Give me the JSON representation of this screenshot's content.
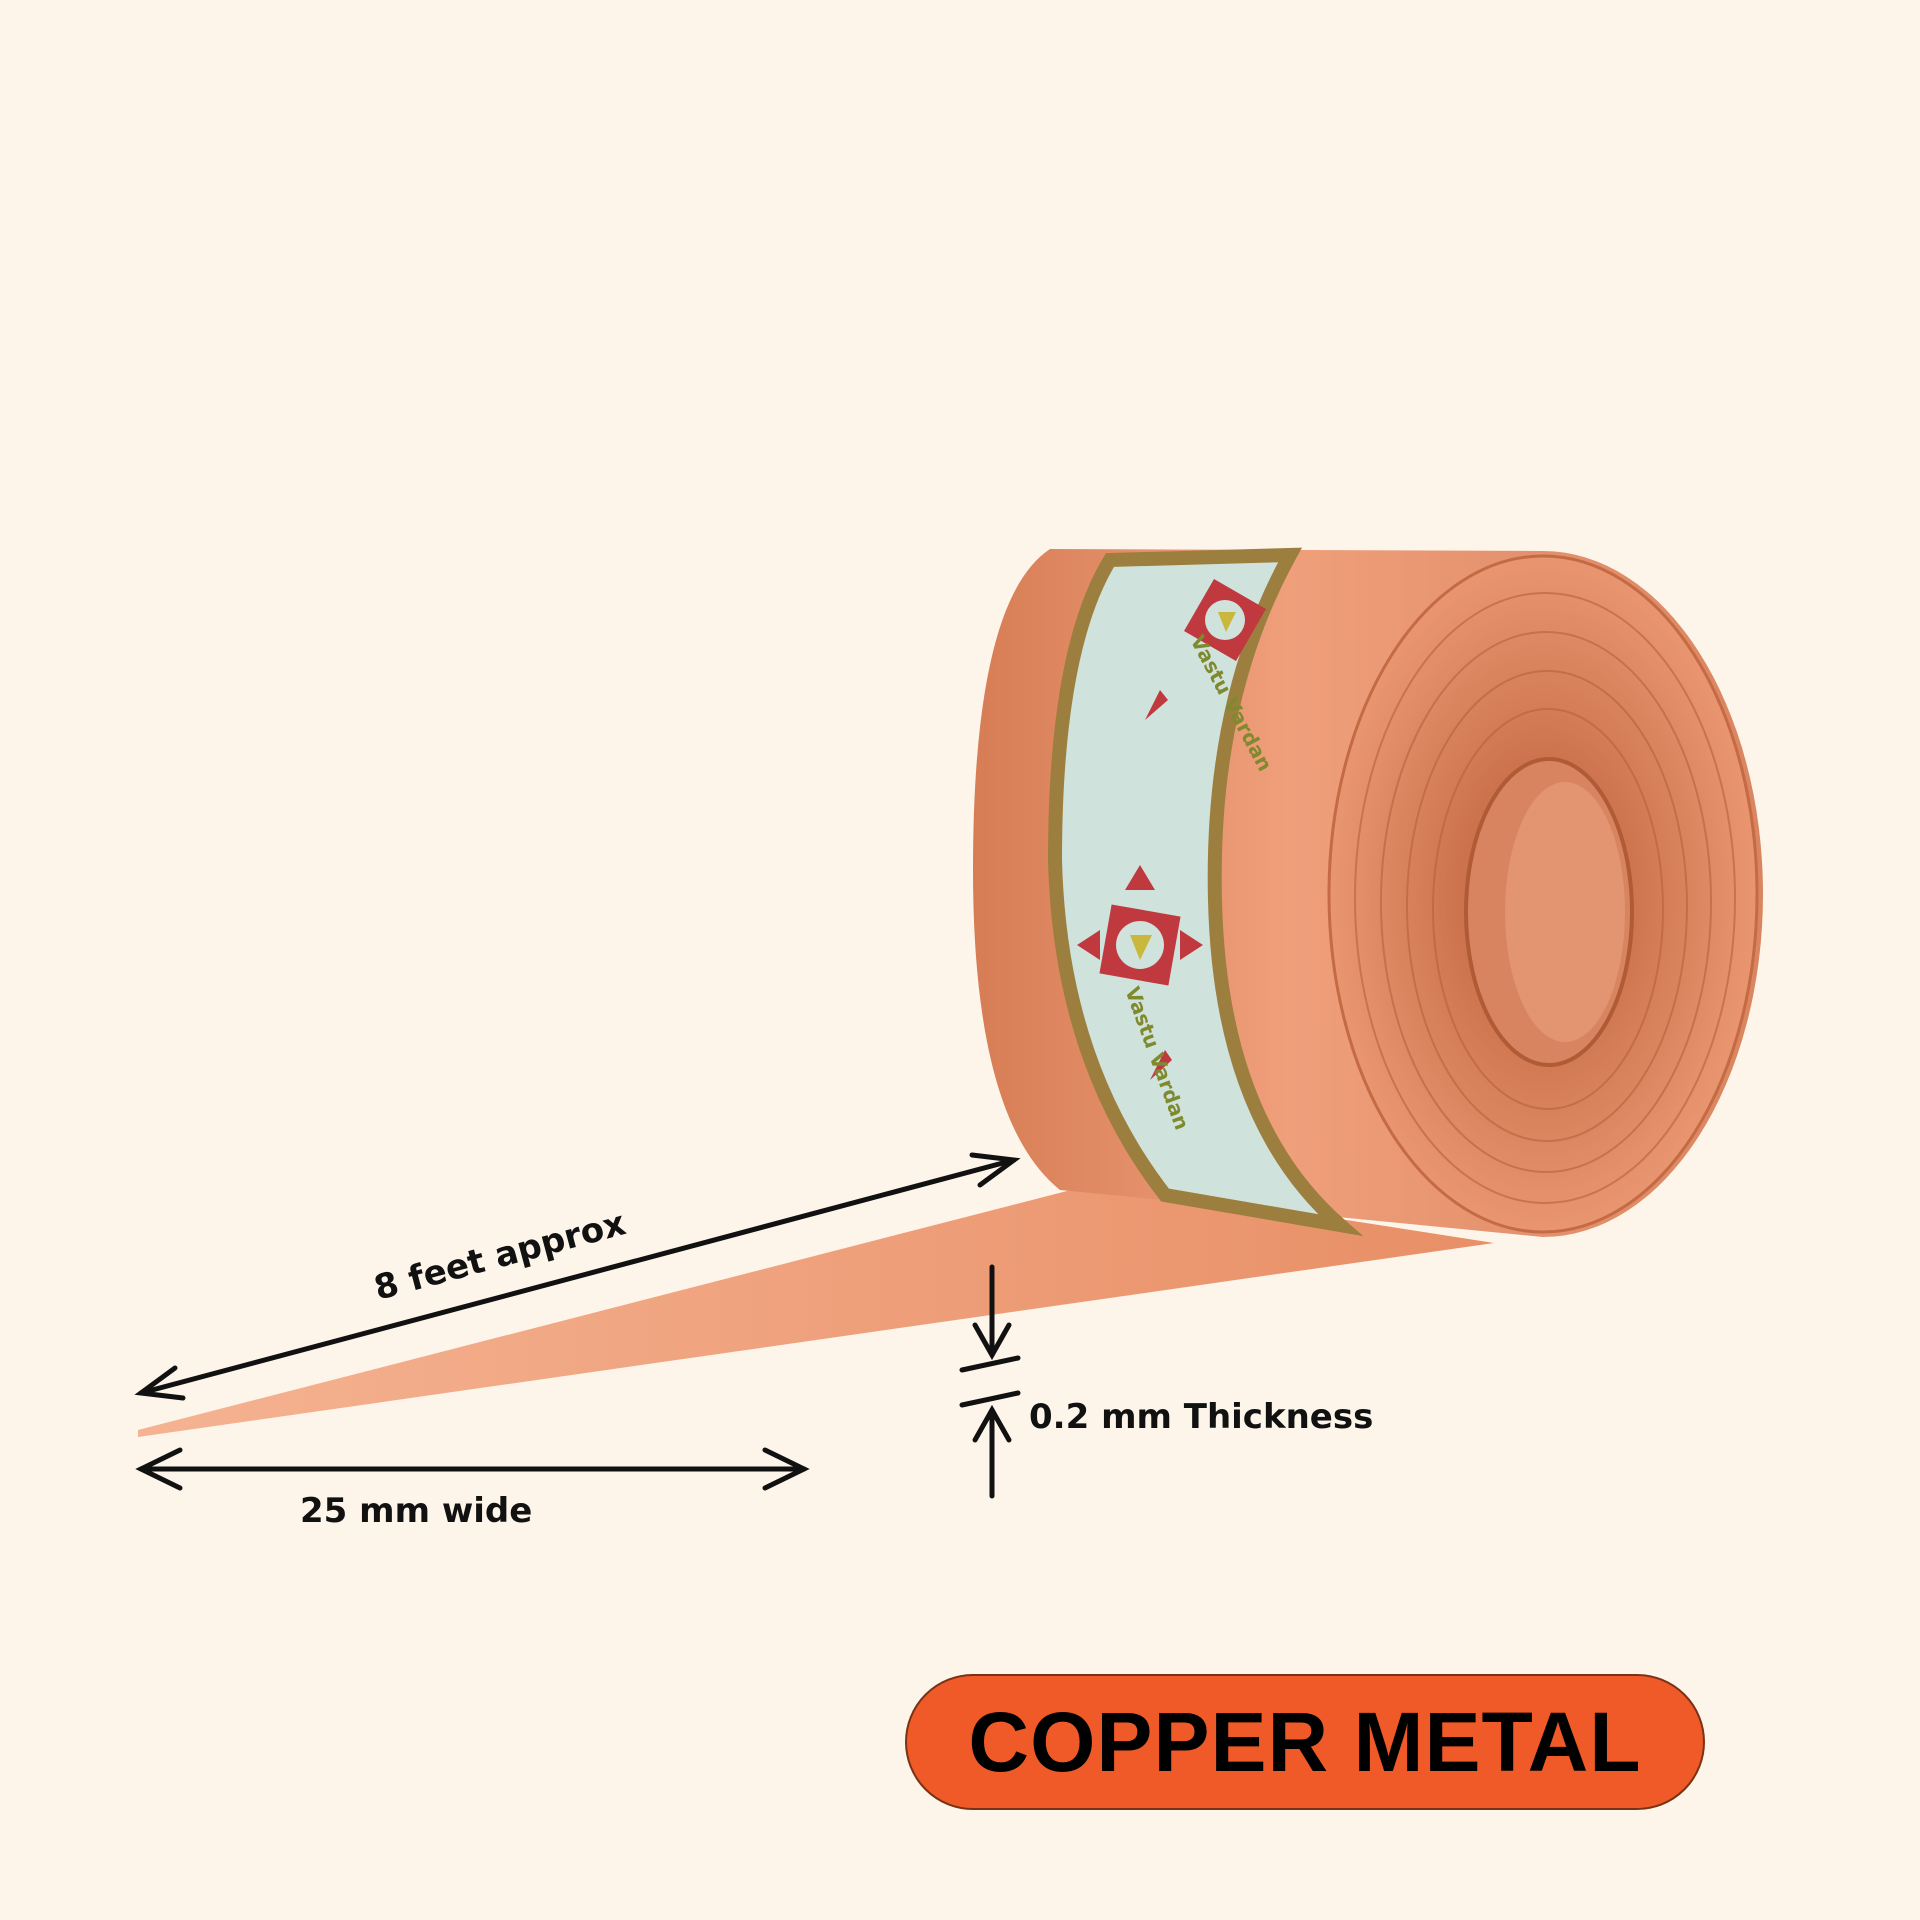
{
  "annotations": {
    "length": "8 feet approx",
    "width": "25 mm wide",
    "thickness": "0.2 mm Thickness"
  },
  "badge": {
    "label": "COPPER METAL"
  },
  "brand_logo_text": "Vastu Vardan",
  "colors": {
    "background": "#fdf4ea",
    "copper": "#e08a62",
    "label_band": "#cfe3dc",
    "label_border": "#9c7f3e",
    "logo_red": "#c0393f",
    "badge": "#f05a28"
  },
  "icons": [
    "double-arrow-icon",
    "thickness-arrows-icon",
    "brand-logo-icon"
  ]
}
